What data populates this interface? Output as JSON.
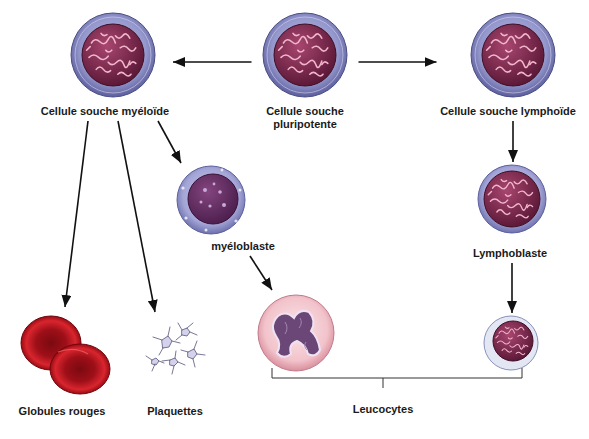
{
  "diagram": {
    "nodes": [
      {
        "text": [
          "Cellule souche myéloïde"
        ]
      },
      {
        "text": [
          "Cellule souche pluripotente"
        ]
      },
      {
        "text": [
          "Cellule souche lymphoïde"
        ]
      },
      {
        "text": [
          "myéloblaste"
        ]
      },
      {
        "text": [
          "Lymphoblaste"
        ]
      },
      {
        "text": [
          "Globules rouges"
        ]
      },
      {
        "text": [
          "Plaquettes"
        ]
      },
      {
        "text": []
      },
      {
        "text": []
      }
    ],
    "edges": [
      {
        "from": 1,
        "to": 0,
        "arrow": "to"
      },
      {
        "from": 1,
        "to": 2,
        "arrow": "to"
      },
      {
        "from": 0,
        "to": 5,
        "arrow": "to"
      },
      {
        "from": 0,
        "to": 6,
        "arrow": "to"
      },
      {
        "from": 0,
        "to": 3,
        "arrow": "to"
      },
      {
        "from": 3,
        "to": 7,
        "arrow": "to"
      },
      {
        "from": 2,
        "to": 4,
        "arrow": "to"
      },
      {
        "from": 4,
        "to": 8,
        "arrow": "to"
      }
    ],
    "labels": [
      "Leucocytes"
    ]
  }
}
